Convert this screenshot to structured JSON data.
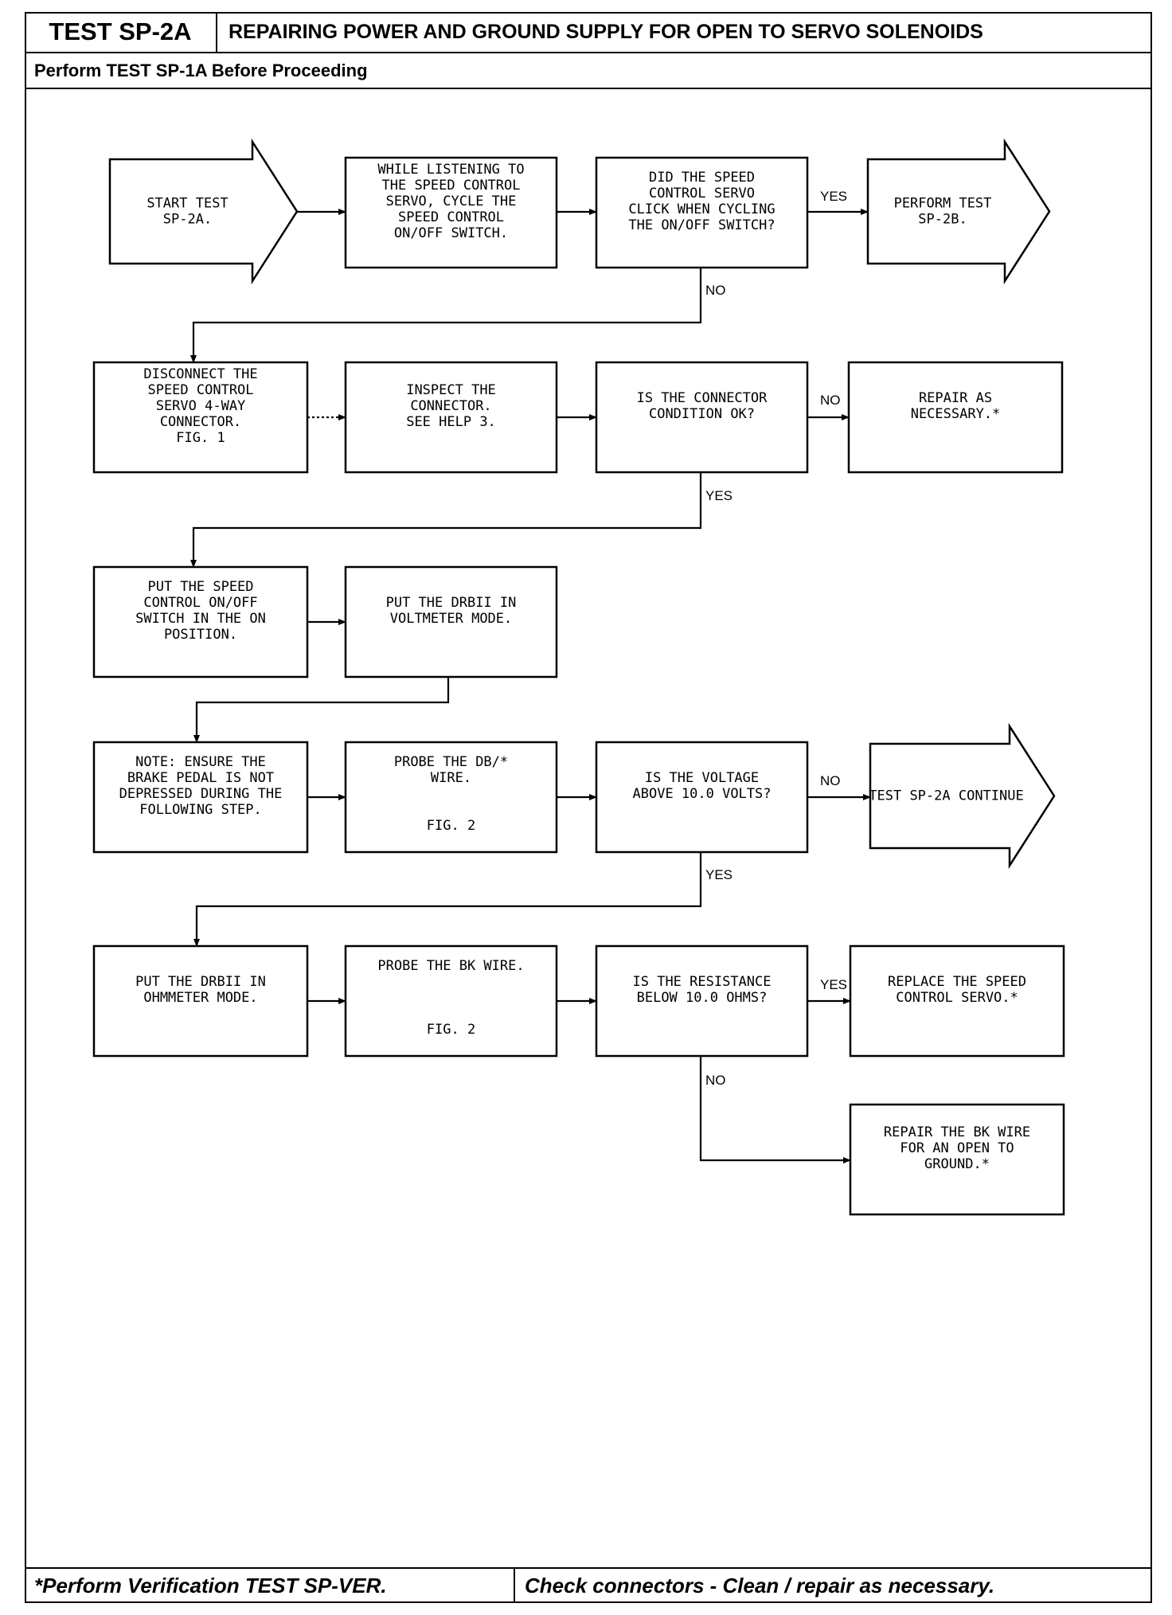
{
  "header": {
    "test_id": "TEST SP-2A",
    "title": "REPAIRING POWER AND GROUND SUPPLY FOR OPEN TO SERVO SOLENOIDS",
    "prerequisite": "Perform TEST SP-1A Before Proceeding"
  },
  "flowchart": {
    "nodes": [
      {
        "id": "start",
        "shape": "arrow",
        "lines": [
          "START TEST",
          "SP-2A."
        ]
      },
      {
        "id": "listen",
        "shape": "box",
        "lines": [
          "WHILE LISTENING TO",
          "THE SPEED CONTROL",
          "SERVO, CYCLE THE",
          "SPEED CONTROL",
          "ON/OFF SWITCH."
        ]
      },
      {
        "id": "q-click",
        "shape": "box",
        "lines": [
          "DID THE SPEED",
          "CONTROL SERVO",
          "CLICK WHEN CYCLING",
          "THE ON/OFF SWITCH?"
        ]
      },
      {
        "id": "perform-2b",
        "shape": "arrow",
        "lines": [
          "PERFORM TEST",
          "SP-2B."
        ]
      },
      {
        "id": "disconnect",
        "shape": "box",
        "lines": [
          "DISCONNECT THE",
          "SPEED CONTROL",
          "SERVO 4-WAY",
          "CONNECTOR.",
          "FIG. 1"
        ]
      },
      {
        "id": "inspect",
        "shape": "box",
        "lines": [
          "INSPECT THE",
          "CONNECTOR.",
          "SEE HELP 3."
        ]
      },
      {
        "id": "q-connector",
        "shape": "box",
        "lines": [
          "IS THE CONNECTOR",
          "CONDITION OK?"
        ]
      },
      {
        "id": "repair",
        "shape": "box",
        "lines": [
          "REPAIR AS",
          "NECESSARY.*"
        ]
      },
      {
        "id": "put-switch",
        "shape": "box",
        "lines": [
          "PUT THE SPEED",
          "CONTROL ON/OFF",
          "SWITCH IN THE ON",
          "POSITION."
        ]
      },
      {
        "id": "voltmeter",
        "shape": "box",
        "lines": [
          "PUT THE DRBII IN",
          "VOLTMETER MODE."
        ]
      },
      {
        "id": "note",
        "shape": "box",
        "lines": [
          "NOTE:  ENSURE THE",
          "BRAKE PEDAL IS NOT",
          "DEPRESSED DURING THE",
          "FOLLOWING STEP."
        ]
      },
      {
        "id": "probe-db",
        "shape": "box",
        "lines": [
          "PROBE THE DB/*",
          "WIRE.",
          "",
          "",
          "FIG. 2"
        ]
      },
      {
        "id": "q-voltage",
        "shape": "box",
        "lines": [
          "IS THE VOLTAGE",
          "ABOVE 10.0 VOLTS?"
        ]
      },
      {
        "id": "continue",
        "shape": "arrow",
        "lines": [
          "TEST SP-2A CONTINUE"
        ]
      },
      {
        "id": "ohmmeter",
        "shape": "box",
        "lines": [
          "PUT THE DRBII IN",
          "OHMMETER MODE."
        ]
      },
      {
        "id": "probe-bk",
        "shape": "box",
        "lines": [
          "PROBE THE BK WIRE.",
          "",
          "",
          "",
          "FIG. 2"
        ]
      },
      {
        "id": "q-resistance",
        "shape": "box",
        "lines": [
          "IS THE RESISTANCE",
          "BELOW 10.0 OHMS?"
        ]
      },
      {
        "id": "replace-servo",
        "shape": "box",
        "lines": [
          "REPLACE THE SPEED",
          "CONTROL SERVO.*"
        ]
      },
      {
        "id": "repair-bk",
        "shape": "box",
        "lines": [
          "REPAIR THE BK WIRE",
          "FOR AN OPEN TO",
          "GROUND.*"
        ]
      }
    ],
    "edges": [
      {
        "id": "e1",
        "from": "start",
        "to": "listen",
        "label": ""
      },
      {
        "id": "e2",
        "from": "listen",
        "to": "q-click",
        "label": ""
      },
      {
        "id": "e3",
        "from": "q-click",
        "to": "perform-2b",
        "label": "YES"
      },
      {
        "id": "e4",
        "from": "q-click",
        "to": "disconnect",
        "label": "NO"
      },
      {
        "id": "e5",
        "from": "disconnect",
        "to": "inspect",
        "label": ""
      },
      {
        "id": "e6",
        "from": "inspect",
        "to": "q-connector",
        "label": ""
      },
      {
        "id": "e7",
        "from": "q-connector",
        "to": "repair",
        "label": "NO"
      },
      {
        "id": "e8",
        "from": "q-connector",
        "to": "put-switch",
        "label": "YES"
      },
      {
        "id": "e9",
        "from": "put-switch",
        "to": "voltmeter",
        "label": ""
      },
      {
        "id": "e10",
        "from": "voltmeter",
        "to": "note",
        "label": ""
      },
      {
        "id": "e11",
        "from": "note",
        "to": "probe-db",
        "label": ""
      },
      {
        "id": "e12",
        "from": "probe-db",
        "to": "q-voltage",
        "label": ""
      },
      {
        "id": "e13",
        "from": "q-voltage",
        "to": "continue",
        "label": "NO"
      },
      {
        "id": "e14",
        "from": "q-voltage",
        "to": "ohmmeter",
        "label": "YES"
      },
      {
        "id": "e15",
        "from": "ohmmeter",
        "to": "probe-bk",
        "label": ""
      },
      {
        "id": "e16",
        "from": "probe-bk",
        "to": "q-resistance",
        "label": ""
      },
      {
        "id": "e17",
        "from": "q-resistance",
        "to": "replace-servo",
        "label": "YES"
      },
      {
        "id": "e18",
        "from": "q-resistance",
        "to": "repair-bk",
        "label": "NO"
      }
    ]
  },
  "footer": {
    "left": "*Perform Verification TEST SP-VER.",
    "right": "Check connectors - Clean / repair as necessary."
  }
}
